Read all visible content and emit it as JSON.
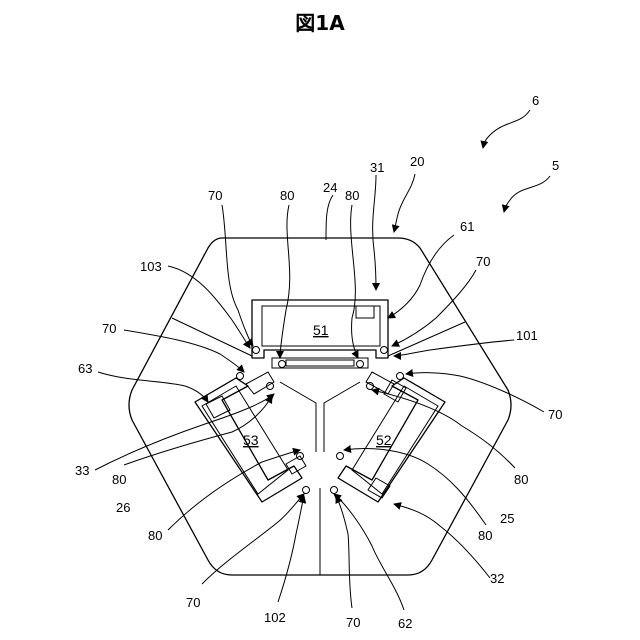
{
  "figure": {
    "title": "図1A",
    "labels": {
      "l6": "6",
      "l5": "5",
      "l20": "20",
      "l31": "31",
      "l24": "24",
      "l80_a": "80",
      "l80_b": "80",
      "l70_tl": "70",
      "l61": "61",
      "l70_tr": "70",
      "l103": "103",
      "l70_ml": "70",
      "l101": "101",
      "l63": "63",
      "l70_mr": "70",
      "l51": "51",
      "l53": "53",
      "l52": "52",
      "l33": "33",
      "l80_l": "80",
      "l80_r": "80",
      "l26": "26",
      "l25": "25",
      "l80_bl": "80",
      "l80_br": "80",
      "l32": "32",
      "l70_bl": "70",
      "l102": "102",
      "l70_bm": "70",
      "l62": "62"
    }
  }
}
